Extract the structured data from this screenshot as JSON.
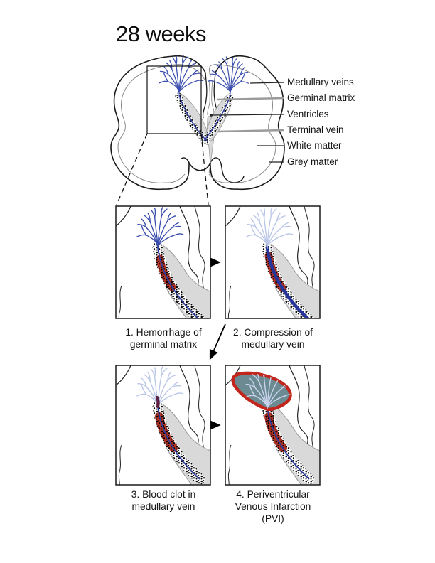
{
  "title": "28 weeks",
  "brain_labels": [
    {
      "label": "Medullary veins"
    },
    {
      "label": "Germinal matrix"
    },
    {
      "label": "Ventricles"
    },
    {
      "label": "Terminal vein"
    },
    {
      "label": "White matter"
    },
    {
      "label": "Grey matter"
    }
  ],
  "panels": [
    {
      "caption": "1. Hemorrhage of\ngerminal matrix"
    },
    {
      "caption": "2. Compression of\nmedullary vein"
    },
    {
      "caption": "3. Blood clot in\nmedullary vein"
    },
    {
      "caption": "4. Periventricular\nVenous Infarction\n(PVI)"
    }
  ],
  "colors": {
    "vein_blue": "#3b4eae",
    "vein_faded": "#b9c6e6",
    "vein_infarct": "#c9d3ec",
    "terminal_vein": "#2e3d9e",
    "hemorrhage_red": "#b23425",
    "clot_dark": "#5e2040",
    "infarct_fill": "#6b8a92",
    "infarct_outline": "#c1251b",
    "ventricle_grey": "#d9d9d9",
    "outline_black": "#1a1a1a",
    "inner_contour_grey": "#8a8a8a"
  }
}
